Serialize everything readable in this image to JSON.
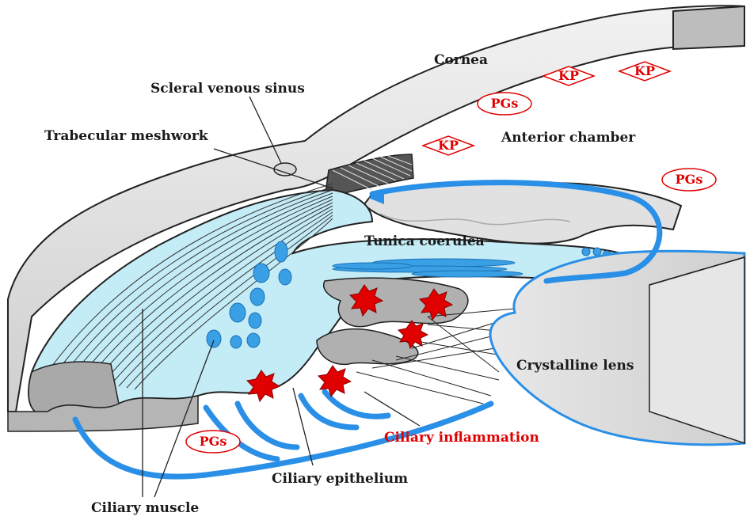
{
  "labels": {
    "cornea": "Cornea",
    "scleral_venous_sinus": "Scleral venous sinus",
    "trabecular_meshwork": "Trabecular meshwork",
    "anterior_chamber": "Anterior chamber",
    "tunica_coerulea": "Tunica coerulea",
    "crystalline_lens": "Crystalline lens",
    "ciliary_inflammation": "Ciliary inflammation",
    "ciliary_epithelium": "Ciliary epithelium",
    "ciliary_muscle": "Ciliary muscle"
  },
  "markers": {
    "kp": "KP",
    "pgs": "PGs"
  },
  "colors": {
    "fluid_blue": "#c4ecf6",
    "vessel_blue": "#2a8fe6",
    "inflammation_red": "#e00000",
    "tissue_gray": "#dcdcdc",
    "outline": "#222222"
  }
}
